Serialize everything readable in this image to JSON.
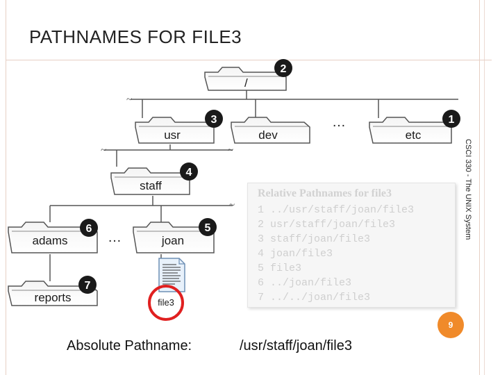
{
  "slide": {
    "title": "PATHNAMES FOR FILE3",
    "side_text": "CSCI 330 - The UNIX System",
    "slide_number": "9"
  },
  "tree": {
    "root": {
      "label": "/",
      "badge": "2"
    },
    "usr": {
      "label": "usr",
      "badge": "3"
    },
    "dev": {
      "label": "dev"
    },
    "etc": {
      "label": "etc",
      "badge": "1"
    },
    "staff": {
      "label": "staff",
      "badge": "4"
    },
    "adams": {
      "label": "adams",
      "badge": "6"
    },
    "joan": {
      "label": "joan",
      "badge": "5"
    },
    "reports": {
      "label": "reports",
      "badge": "7"
    },
    "file": {
      "label": "file3"
    },
    "ellipsis": "…"
  },
  "relative": {
    "title": "Relative Pathnames for file3",
    "lines": [
      "1  ../usr/staff/joan/file3",
      "2 usr/staff/joan/file3",
      "3 staff/joan/file3",
      "4 joan/file3",
      "5 file3",
      "6 ../joan/file3",
      "7 ../../joan/file3"
    ]
  },
  "absolute": {
    "label": "Absolute Pathname:",
    "path": "/usr/staff/joan/file3"
  },
  "colors": {
    "badge": "#1a1a1a",
    "highlight_circle": "#e02020",
    "slide_number_bg": "#f08a2a",
    "folder_fill": "#ffffff",
    "folder_stroke": "#555555"
  }
}
